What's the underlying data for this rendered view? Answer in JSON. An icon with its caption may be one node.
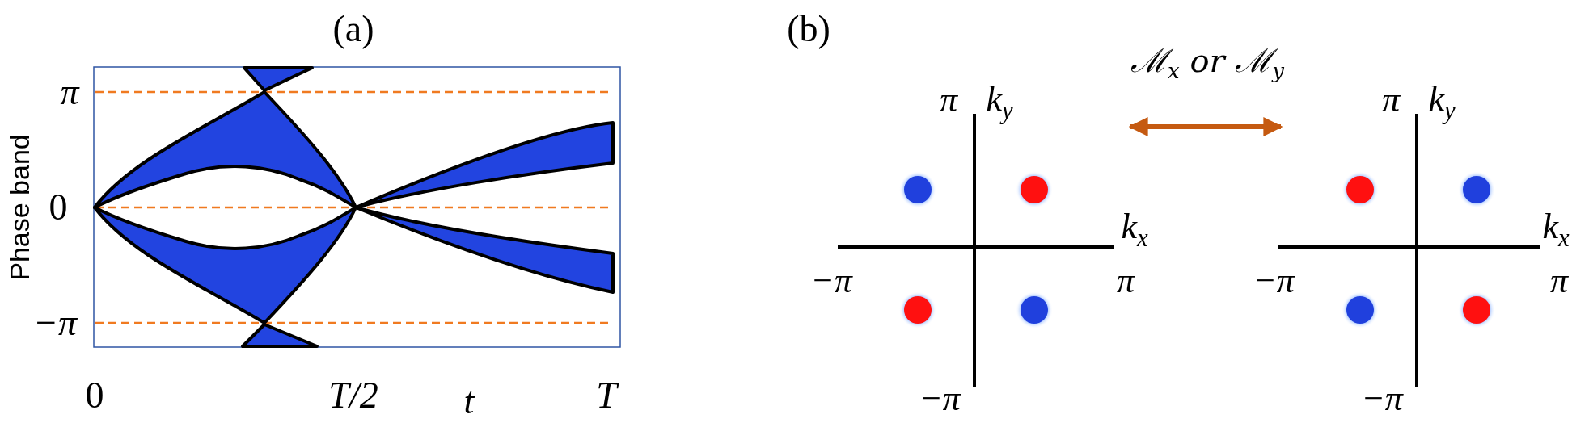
{
  "diagram": {
    "nodes": [
      {
        "text": [],
        "shape": "picture",
        "beside": [
          "π",
          "k$_{y}$",
          "k$_{x}$",
          "−π",
          "π",
          "−π"
        ]
      },
      {
        "text": [],
        "shape": "picture",
        "beside": [
          "π",
          "k$_{y}$",
          "k$_{x}$",
          "−π",
          "π",
          "−π"
        ]
      }
    ],
    "edges": [
      {
        "from": 0,
        "to": 1,
        "arrow": "both",
        "label": "ℳ$_{x}$ or ℳ$_{y}$"
      }
    ],
    "labels": [
      "(a)",
      "π",
      "0",
      "−π",
      "Phase band",
      "0",
      "T/2",
      "t",
      "T",
      "(b)"
    ]
  }
}
